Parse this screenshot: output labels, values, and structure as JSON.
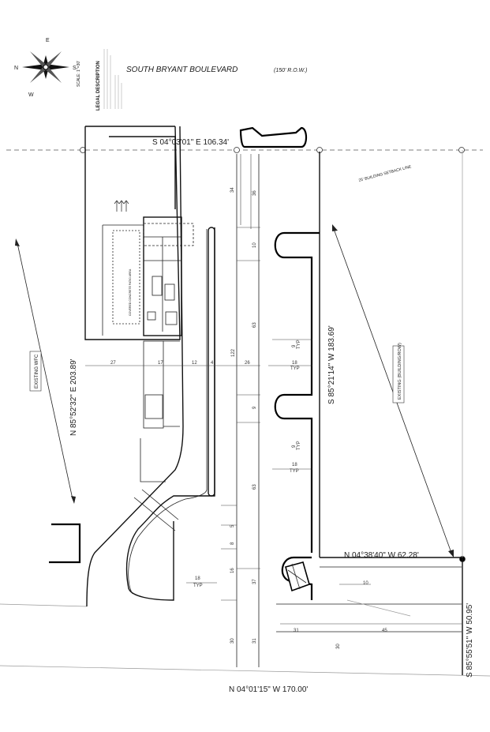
{
  "title": {
    "street": "SOUTH BRYANT BOULEVARD",
    "row": "(150' R.O.W.)"
  },
  "compass": {
    "n": "N",
    "s": "S",
    "e": "E",
    "w": "W",
    "scale": "SCALE: 1\"=30'"
  },
  "legal_description": {
    "heading": "LEGAL DESCRIPTION"
  },
  "bearings": {
    "top": "S 04°03'01\" E  106.34'",
    "left": "N 85°52'32\" E  203.89'",
    "right": "S 85°21'14\" W  183.69'",
    "lower_right_top": "N 04°38'40\" W  62.28'",
    "lower_right_side": "S 85°55'51\" W  50.95'",
    "bottom": "N 04°01'15\" W  170.00'"
  },
  "labels": {
    "existing_wfc": "EXISTING WFC",
    "existing_right": "EXISTING (BUILDING/ROW)",
    "setback": "25' BUILDING SETBACK LINE",
    "typ": "TYP"
  },
  "dimensions": {
    "d27": "27",
    "d17": "17",
    "d12": "12",
    "d4": "4",
    "d122": "122",
    "d26": "26",
    "d18a": "18",
    "d18b": "18",
    "d18c": "18",
    "d34": "34",
    "d36": "36",
    "d10": "10",
    "d63a": "63",
    "d63b": "63",
    "d9a": "9",
    "d9b": "9",
    "d9c": "9",
    "d5": "5",
    "d8": "8",
    "d16": "16",
    "d37": "37",
    "d30a": "30",
    "d30b": "30",
    "d31a": "31",
    "d31b": "31",
    "d45": "45",
    "d10b": "10"
  }
}
